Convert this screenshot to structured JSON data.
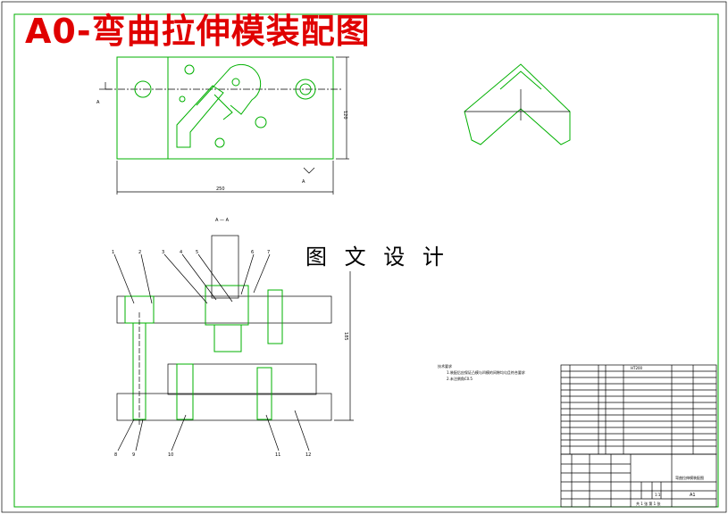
{
  "title": "A0-弯曲拉伸模装配图",
  "watermark": "图 文 设 计",
  "section_label": "A — A",
  "view_marker": "A",
  "dimensions": {
    "width_top": "250",
    "height_top": "120",
    "height_front": "185"
  },
  "part_numbers": [
    "1",
    "2",
    "3",
    "4",
    "5",
    "6",
    "7"
  ],
  "bottom_part_numbers": [
    "8",
    "9",
    "10",
    "11",
    "12"
  ],
  "tech_requirements": {
    "heading": "技术要求",
    "items": [
      "1.装配后应保证凸模与凹模的间隙均匀且符合要求",
      "2.未注倒角C0.5"
    ]
  },
  "title_block": {
    "drawing_name": "弯曲拉伸模装配图",
    "size": "A1",
    "scale": "1:1",
    "sheet": "共 1 张 第 1 张",
    "material": "HT200"
  },
  "colors": {
    "frame": "#00b000",
    "title": "#e00000",
    "lines": "#000000"
  }
}
